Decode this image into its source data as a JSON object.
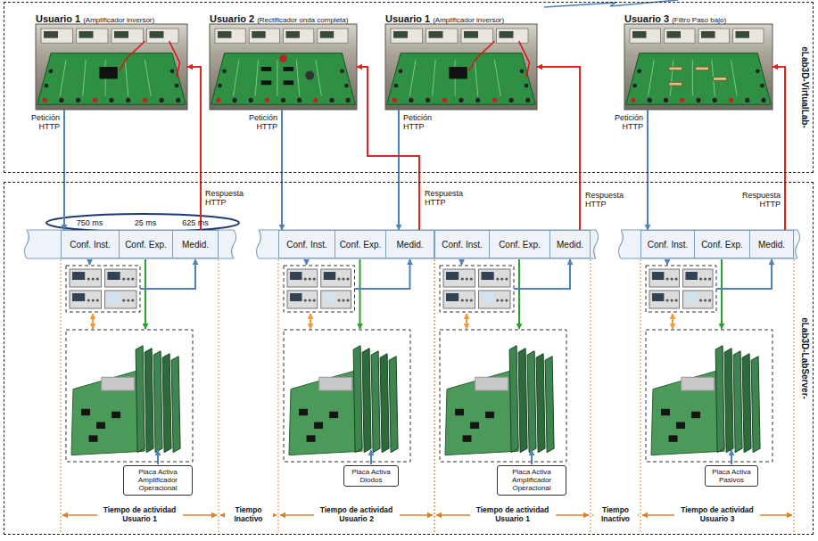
{
  "diagram": {
    "nodes": [
      {
        "text": [
          "eLab3D-VirtualLab-"
        ]
      },
      {
        "text": [
          "Usuario 1",
          "(Amplificador inversor)"
        ],
        "in": 0
      },
      {
        "text": [
          "Usuario 2",
          "(Rectificador onda completa)"
        ],
        "in": 0
      },
      {
        "text": [
          "Usuario 1",
          "(Amplificador inversor)"
        ],
        "in": 0
      },
      {
        "text": [
          "Usuario 3",
          "(Filtro Paso bajo)"
        ],
        "in": 0
      },
      {
        "text": [
          "eLab3D-LabServer-"
        ]
      },
      {
        "text": [
          "Conf. Inst."
        ],
        "in": 5
      },
      {
        "text": [
          "Conf. Exp."
        ],
        "in": 5
      },
      {
        "text": [
          "Medid."
        ],
        "in": 5
      },
      {
        "text": [
          "Conf. Inst."
        ],
        "in": 5
      },
      {
        "text": [
          "Conf. Exp."
        ],
        "in": 5
      },
      {
        "text": [
          "Medid."
        ],
        "in": 5
      },
      {
        "text": [
          "Conf. Inst."
        ],
        "in": 5
      },
      {
        "text": [
          "Conf. Exp."
        ],
        "in": 5
      },
      {
        "text": [
          "Medid."
        ],
        "in": 5
      },
      {
        "text": [
          "Conf. Inst."
        ],
        "in": 5
      },
      {
        "text": [
          "Conf. Exp."
        ],
        "in": 5
      },
      {
        "text": [
          "Medid."
        ],
        "in": 5
      },
      {
        "text": [
          "Placa Activa Amplificador Operacional"
        ],
        "in": 5
      },
      {
        "text": [
          "Placa Activa Diodos"
        ],
        "in": 5
      },
      {
        "text": [
          "Placa Activa Amplificador Operacional"
        ],
        "in": 5
      },
      {
        "text": [
          "Placa Activa Pasivos"
        ],
        "in": 5
      }
    ],
    "edges": [
      {
        "from": 1,
        "to": 6,
        "arrow": "to",
        "label": "Petición HTTP"
      },
      {
        "from": 8,
        "to": 1,
        "arrow": "to",
        "label": "Respuesta HTTP"
      },
      {
        "from": 2,
        "to": 9,
        "arrow": "to",
        "label": "Petición HTTP"
      },
      {
        "from": 3,
        "to": 11,
        "arrow": "to",
        "label": "Petición HTTP"
      },
      {
        "from": 11,
        "to": 2,
        "arrow": "to",
        "label": "Respuesta HTTP"
      },
      {
        "from": 14,
        "to": 3,
        "arrow": "to",
        "label": "Respuesta HTTP"
      },
      {
        "from": 4,
        "to": 15,
        "arrow": "to",
        "label": "Petición HTTP"
      },
      {
        "from": 17,
        "to": 4,
        "arrow": "to",
        "label": "Respuesta HTTP"
      }
    ],
    "labels": [
      "750 ms",
      "25 ms",
      "625 ms",
      "Tiempo de actividad Usuario 1",
      "Tiempo Inactivo",
      "Tiempo de actividad Usuario 2",
      "Tiempo de actividad Usuario 1",
      "Tiempo Inactivo",
      "Tiempo de actividad Usuario 3"
    ]
  }
}
